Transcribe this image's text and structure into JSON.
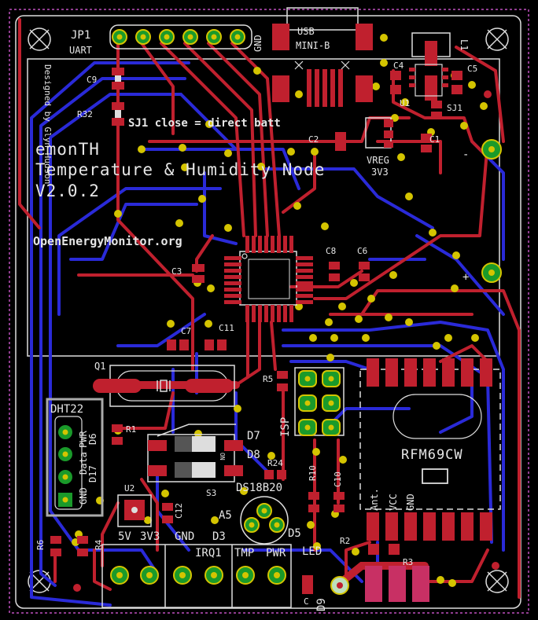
{
  "board": {
    "title": "emonTH",
    "subtitle": "Temperature & Humidity Node",
    "version": "V2.0.2",
    "website": "OpenEnergyMonitor.org",
    "vertical_credit": "Designed by Glyn Hudson",
    "note": "SJ1 close = direct batt",
    "colors": {
      "background": "#000000",
      "top_copper": "#c0202e",
      "bottom_copper": "#2a2ad8",
      "silkscreen": "#e6e6e6",
      "pad_green": "#1a9a2a",
      "via": "#d4c400"
    }
  },
  "labels": {
    "jp1": "JP1",
    "uart": "UART",
    "gnd_top": "GND",
    "usb": "USB",
    "mini_b": "MINI-B",
    "l1": "L1",
    "c4": "C4",
    "c5": "C5",
    "u1": "U1",
    "sj1": "SJ1",
    "c9": "C9",
    "r32": "R32",
    "c2": "C2",
    "c1": "C1",
    "vreg": "VREG",
    "v33": "3V3",
    "minus": "-",
    "plus": "+",
    "c8": "C8",
    "c6": "C6",
    "c3": "C3",
    "c7": "C7",
    "c11": "C11",
    "q1": "Q1",
    "r5": "R5",
    "isp": "ISP",
    "dht22": "DHT22",
    "r1": "R1",
    "gnd": "GND",
    "data": "Data",
    "pwr": "PWR",
    "d17": "D17",
    "d6": "D6",
    "d7": "D7",
    "d8": "D8",
    "r24": "R24",
    "r10": "R10",
    "c10": "C10",
    "s3": "S3",
    "ds18b20": "DS18B20",
    "u2": "U2",
    "c12": "C12",
    "a5": "A5",
    "d5": "D5",
    "led": "LED",
    "r2": "R2",
    "r3": "R3",
    "r6": "R6",
    "r4": "R4",
    "rfm": "RFM69CW",
    "ant": "Ant.",
    "vcc": "VCC",
    "gnd_rf": "GND",
    "lbl_5v": "5V",
    "lbl_3v3": "3V3",
    "lbl_gnd": "GND",
    "lbl_d3": "D3",
    "irq1": "IRQ1",
    "tmp": "TMP",
    "pwr_b": "PWR",
    "c_small": "C",
    "d9": "D9",
    "on": "ON"
  }
}
